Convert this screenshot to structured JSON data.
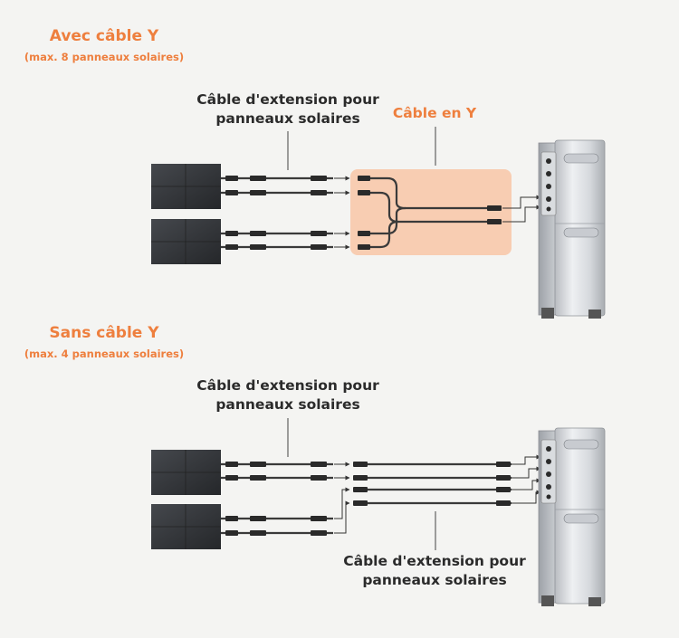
{
  "top": {
    "title": "Avec câble Y",
    "subtitle": "(max. 8 panneaux solaires)",
    "extension_label_line1": "Câble d'extension pour",
    "extension_label_line2": "panneaux solaires",
    "y_cable_label": "Câble en Y"
  },
  "bottom": {
    "title": "Sans câble Y",
    "subtitle": "(max. 4 panneaux solaires)",
    "extension_label_line1": "Câble d'extension pour",
    "extension_label_line2": "panneaux solaires",
    "extension_label2_line1": "Câble d'extension pour",
    "extension_label2_line2": "panneaux solaires"
  },
  "colors": {
    "accent": "#ee7f3e",
    "highlight_box": "#f8cdb2",
    "panel": "#2e3034",
    "cable": "#3a3a3a",
    "background": "#f4f4f2"
  }
}
